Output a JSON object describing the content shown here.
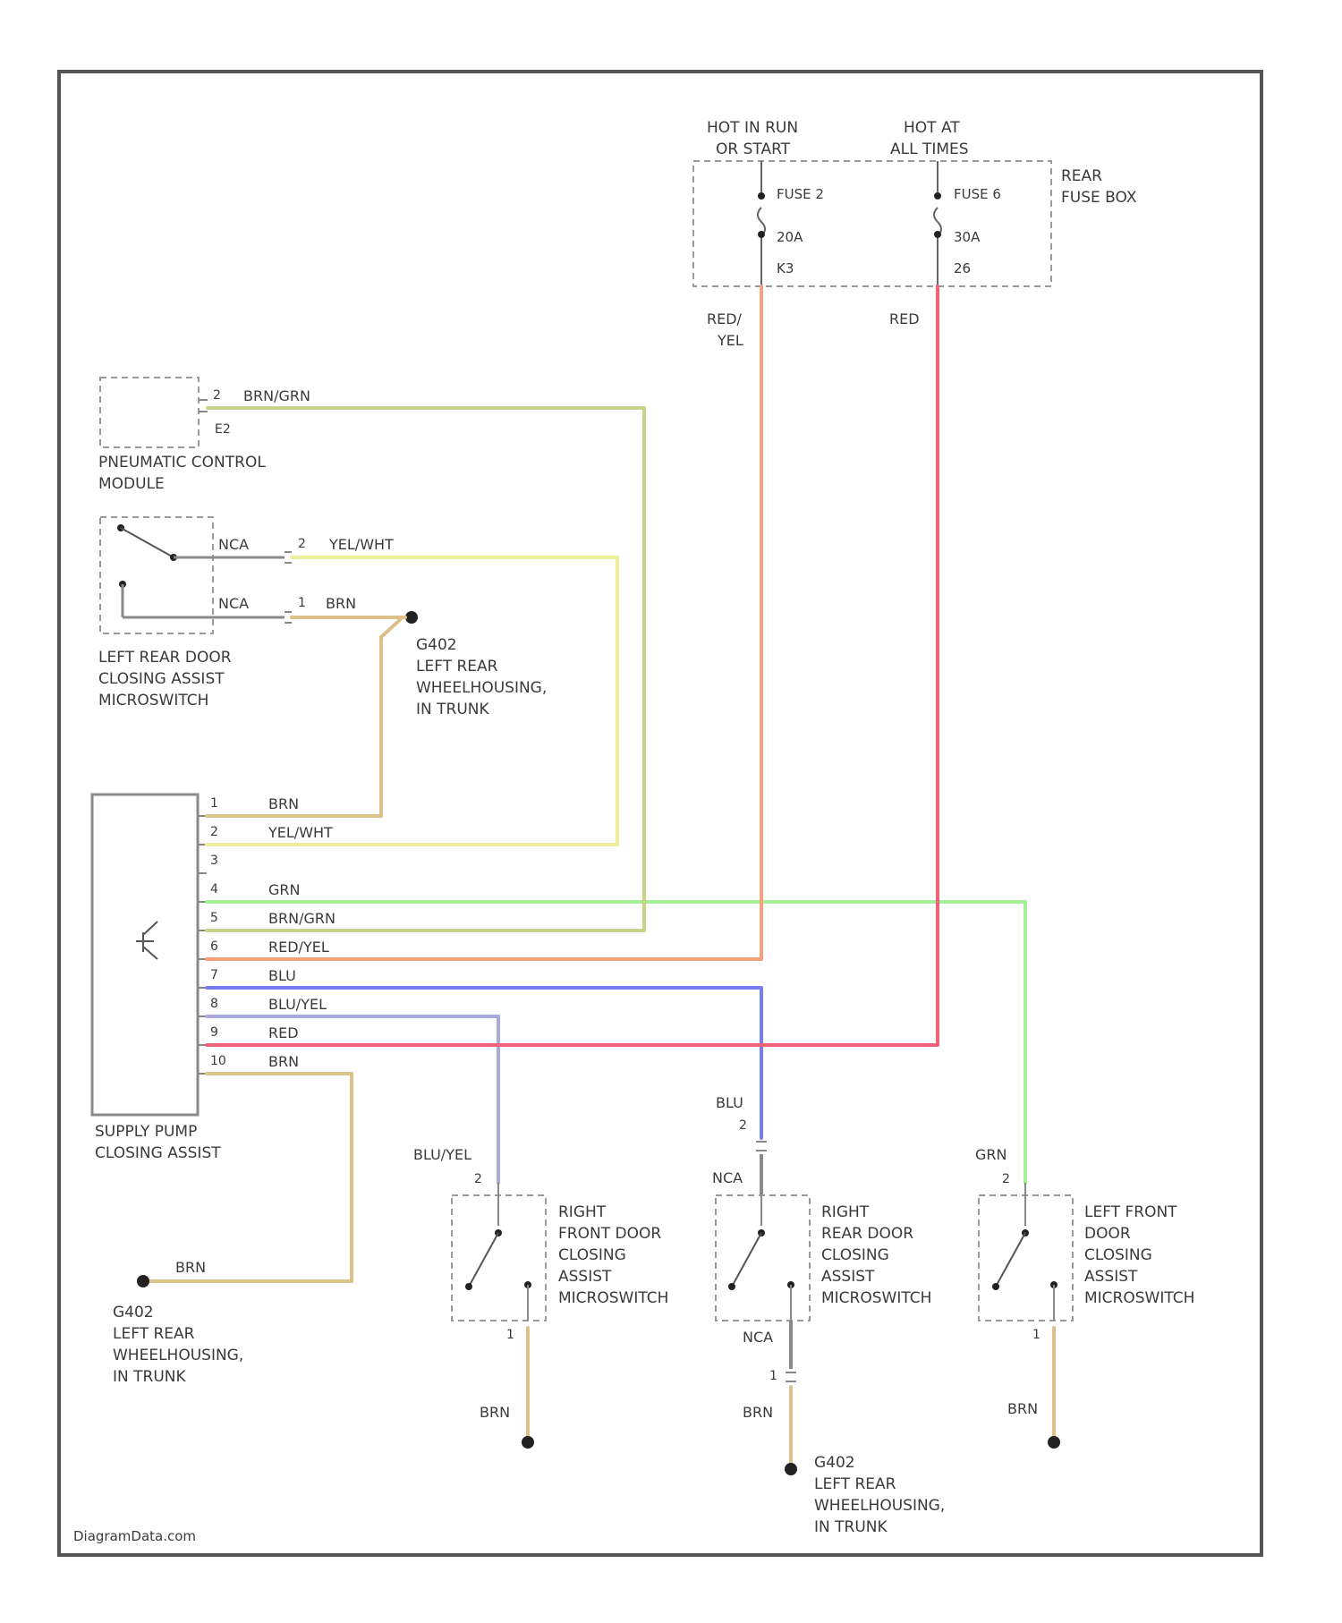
{
  "power": {
    "hot_run_start": [
      "HOT IN RUN",
      "OR START"
    ],
    "hot_all_times": [
      "HOT AT",
      "ALL TIMES"
    ],
    "fuse_box": [
      "REAR",
      "FUSE BOX"
    ],
    "fuse1": {
      "name": "FUSE 2",
      "amps": "20A",
      "pin": "K3"
    },
    "fuse2": {
      "name": "FUSE 6",
      "amps": "30A",
      "pin": "26"
    }
  },
  "wires": {
    "red_yel": [
      "RED/",
      "YEL"
    ],
    "red": "RED",
    "brn_grn": "BRN/GRN",
    "yel_wht": "YEL/WHT",
    "brn": "BRN",
    "nca": "NCA",
    "grn": "GRN",
    "red_yel_1": "RED/YEL",
    "blu": "BLU",
    "blu_yel": "BLU/YEL"
  },
  "components": {
    "pneumatic": [
      "PNEUMATIC CONTROL",
      "MODULE"
    ],
    "left_rear_switch": [
      "LEFT REAR DOOR",
      "CLOSING ASSIST",
      "MICROSWITCH"
    ],
    "ground_g402": [
      "G402",
      "LEFT REAR",
      "WHEELHOUSING,",
      "IN TRUNK"
    ],
    "supply_pump": [
      "SUPPLY PUMP",
      "CLOSING ASSIST"
    ],
    "right_front_switch": [
      "RIGHT",
      "FRONT DOOR",
      "CLOSING",
      "ASSIST",
      "MICROSWITCH"
    ],
    "right_rear_switch": [
      "RIGHT",
      "REAR DOOR",
      "CLOSING",
      "ASSIST",
      "MICROSWITCH"
    ],
    "left_front_switch": [
      "LEFT FRONT",
      "DOOR",
      "CLOSING",
      "ASSIST",
      "MICROSWITCH"
    ]
  },
  "pins": {
    "pneumatic_pin": "2",
    "pneumatic_code": "E2",
    "lr_pin_a": "2",
    "lr_pin_b": "1",
    "pump_pins": [
      "1",
      "2",
      "3",
      "4",
      "5",
      "6",
      "7",
      "8",
      "9",
      "10"
    ],
    "sw_pin_top": "2",
    "sw_pin_bot": "1"
  },
  "watermark": "DiagramData.com",
  "colors": {
    "red_yel": "#f5a07a",
    "red": "#f0627a",
    "brn_grn": "#c9d38a",
    "yel_wht": "#eeef9a",
    "brn": "#dcc28a",
    "grn": "#a4ef98",
    "blu": "#7b7cf0",
    "blu_yel": "#a9a9e0",
    "nca": "#8a8a8a"
  }
}
